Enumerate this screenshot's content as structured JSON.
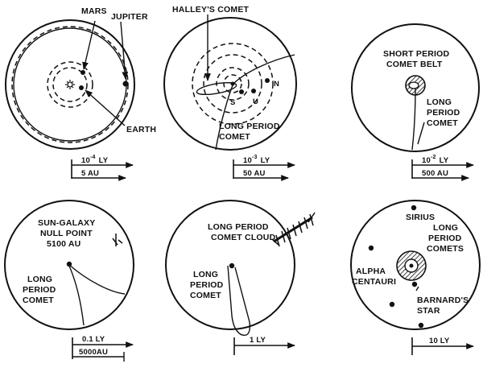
{
  "panels": [
    {
      "labels": {
        "mars": "MARS",
        "jupiter": "JUPITER",
        "earth": "EARTH"
      },
      "scale": [
        {
          "base": "10",
          "exp": "-4",
          "unit": "LY"
        },
        {
          "text": "5 AU"
        }
      ]
    },
    {
      "labels": {
        "halley": "HALLEY'S COMET",
        "lp_comet_line1": "LONG PERIOD",
        "lp_comet_line2": "COMET",
        "s": "S",
        "u": "U",
        "n": "N"
      },
      "scale": [
        {
          "base": "10",
          "exp": "-3",
          "unit": "LY"
        },
        {
          "text": "50 AU"
        }
      ]
    },
    {
      "labels": {
        "belt_line1": "SHORT PERIOD",
        "belt_line2": "COMET BELT",
        "lp_line1": "LONG",
        "lp_line2": "PERIOD",
        "lp_line3": "COMET"
      },
      "scale": [
        {
          "base": "10",
          "exp": "-2",
          "unit": "LY"
        },
        {
          "text": "500 AU"
        }
      ]
    },
    {
      "labels": {
        "null_line1": "SUN-GALAXY",
        "null_line2": "NULL POINT",
        "null_line3": "5100 AU",
        "lp_line1": "LONG",
        "lp_line2": "PERIOD",
        "lp_line3": "COMET"
      },
      "scale": [
        {
          "text": "0.1 LY"
        },
        {
          "text": "5000AU"
        }
      ]
    },
    {
      "labels": {
        "cloud_line1": "LONG PERIOD",
        "cloud_line2": "COMET CLOUD",
        "lp_line1": "LONG",
        "lp_line2": "PERIOD",
        "lp_line3": "COMET"
      },
      "scale": [
        {
          "text": "1 LY"
        }
      ]
    },
    {
      "labels": {
        "sirius": "SIRIUS",
        "lpc_line1": "LONG",
        "lpc_line2": "PERIOD",
        "lpc_line3": "COMETS",
        "alpha_line1": "ALPHA",
        "alpha_line2": "CENTAURI",
        "barnard_line1": "BARNARD'S",
        "barnard_line2": "STAR"
      },
      "scale": [
        {
          "text": "10 LY"
        }
      ]
    }
  ]
}
